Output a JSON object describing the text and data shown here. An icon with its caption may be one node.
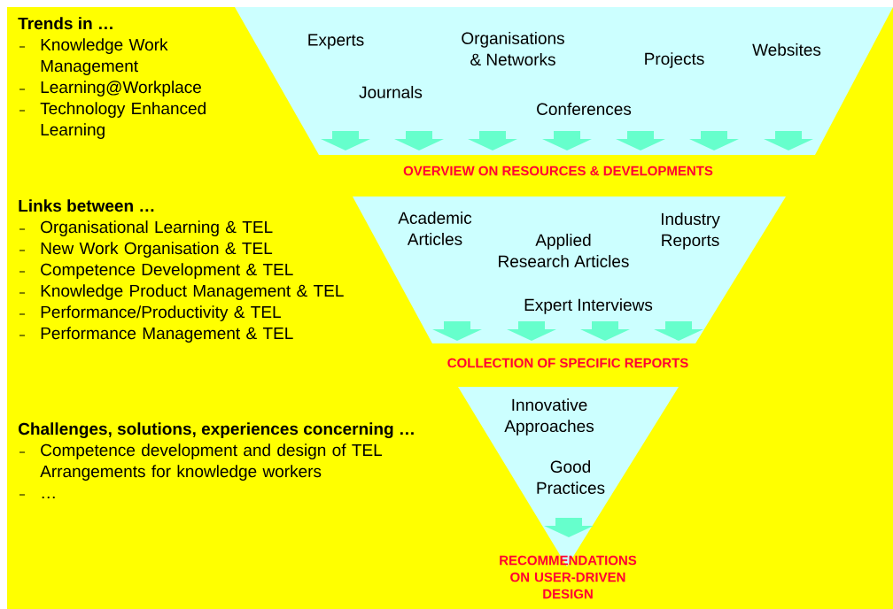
{
  "diagram": {
    "nodes": [
      {
        "text": [
          "Experts",
          "Organisations & Networks",
          "Websites",
          "Projects",
          "Journals",
          "Conferences"
        ],
        "beside": [
          "OVERVIEW ON RESOURCES & DEVELOPMENTS"
        ]
      },
      {
        "text": [
          "Academic Articles",
          "Industry Reports",
          "Applied Research Articles",
          "Expert Interviews"
        ],
        "beside": [
          "COLLECTION OF SPECIFIC REPORTS"
        ]
      },
      {
        "text": [
          "Innovative Approaches",
          "Good Practices"
        ],
        "beside": [
          "RECOMMENDATIONS ON USER-DRIVEN DESIGN"
        ]
      }
    ],
    "labels": [
      "Trends in …",
      "Knowledge Work Management",
      "Learning@Workplace",
      "Technology Enhanced Learning",
      "Links between …",
      "Organisational Learning & TEL",
      "New Work Organisation & TEL",
      "Competence Development & TEL",
      "Knowledge Product Management & TEL",
      "Performance/Productivity & TEL",
      "Performance Management & TEL",
      "Challenges, solutions, experiences concerning …",
      "Competence development and design of TEL Arrangements for knowledge workers",
      "…"
    ]
  }
}
